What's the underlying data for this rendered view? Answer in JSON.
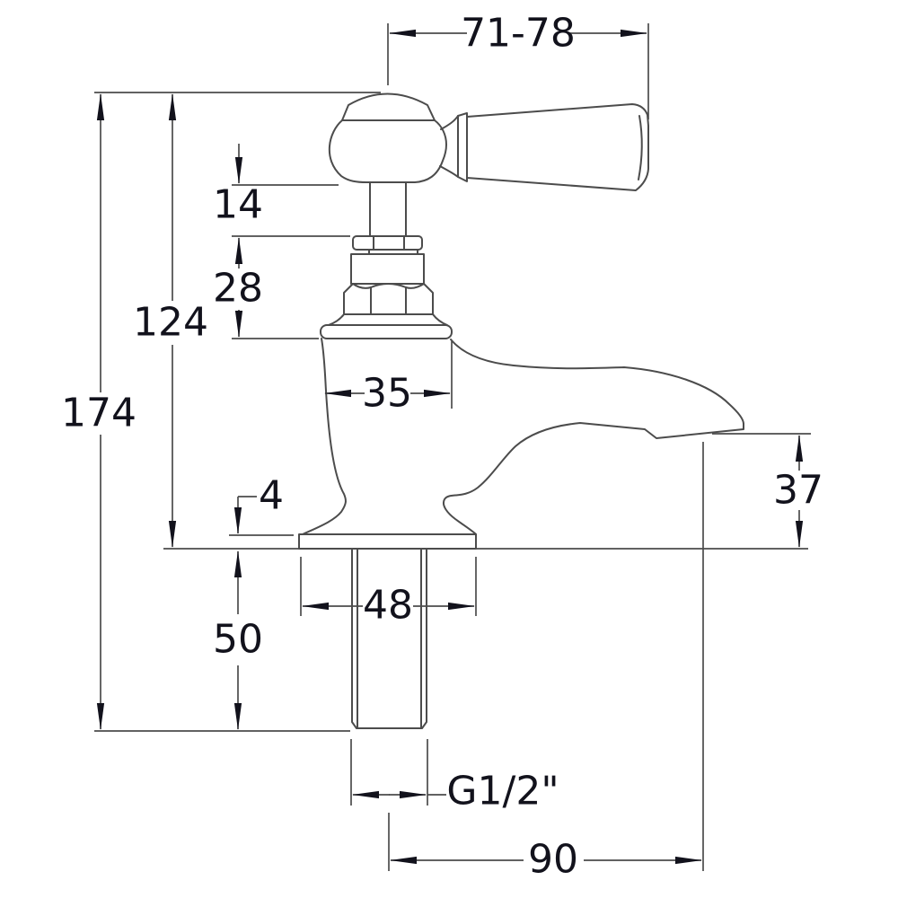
{
  "page": {
    "background": "#ffffff"
  },
  "drawing": {
    "type": "technical-dimension-drawing",
    "subject": "traditional-lever-pillar-tap-side-elevation",
    "line_color": "#4c4c4c",
    "text_color": "#12121c",
    "dimensions": {
      "handle_span": {
        "label": "71-78"
      },
      "head_gap": {
        "label": "14"
      },
      "bonnet_height": {
        "label": "28"
      },
      "deck_to_top": {
        "label": "124"
      },
      "overall_height": {
        "label": "174"
      },
      "body_width": {
        "label": "35"
      },
      "spout_height": {
        "label": "37"
      },
      "flange_thickness": {
        "label": "4"
      },
      "tail_length": {
        "label": "50"
      },
      "flange_width": {
        "label": "48"
      },
      "thread_size": {
        "label": "G1/2\""
      },
      "spout_reach": {
        "label": "90"
      }
    }
  }
}
